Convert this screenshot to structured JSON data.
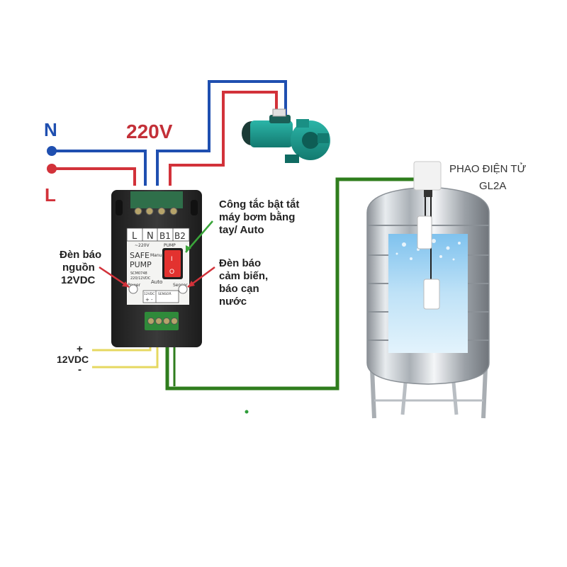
{
  "supply": {
    "neutral_label": "N",
    "line_label": "L",
    "voltage_label": "220V",
    "neutral_color": "#1f4fb0",
    "line_color": "#d2323a"
  },
  "controller": {
    "terminal_labels": [
      "L",
      "N",
      "B1",
      "B2"
    ],
    "terminal_sub_220": "~220V",
    "terminal_sub_pump": "PUMP",
    "brand_line1": "SAFE",
    "brand_line2": "PUMP",
    "switch_label_manual": "Manual",
    "switch_label_auto": "Auto",
    "switch_on": "I",
    "switch_off": "O",
    "power_led_label": "Power",
    "sensor_led_label": "Sensor",
    "dc_label": "12VDC",
    "sensor_block_label": "SENSOR",
    "dc_plus": "+",
    "dc_minus": "-",
    "model_line1": "SCM0748",
    "model_line2": "220/12VDC"
  },
  "annotations": {
    "switch_line1": "Công tắc bật tắt",
    "switch_line2": "máy bơm bằng",
    "switch_line3": "tay/ Auto",
    "power_line1": "Đèn báo",
    "power_line2": "nguồn",
    "power_line3": "12VDC",
    "sensor_line1": "Đèn báo",
    "sensor_line2": "cảm biến,",
    "sensor_line3": "báo cạn",
    "sensor_line4": "nước"
  },
  "dc_input": {
    "plus": "+",
    "label": "12VDC",
    "minus": "-",
    "wire_color": "#e6d860"
  },
  "float_sensor": {
    "title_line1": "PHAO ĐIỆN TỬ",
    "title_line2": "GL2A",
    "wire_color": "#2f7d1d"
  }
}
